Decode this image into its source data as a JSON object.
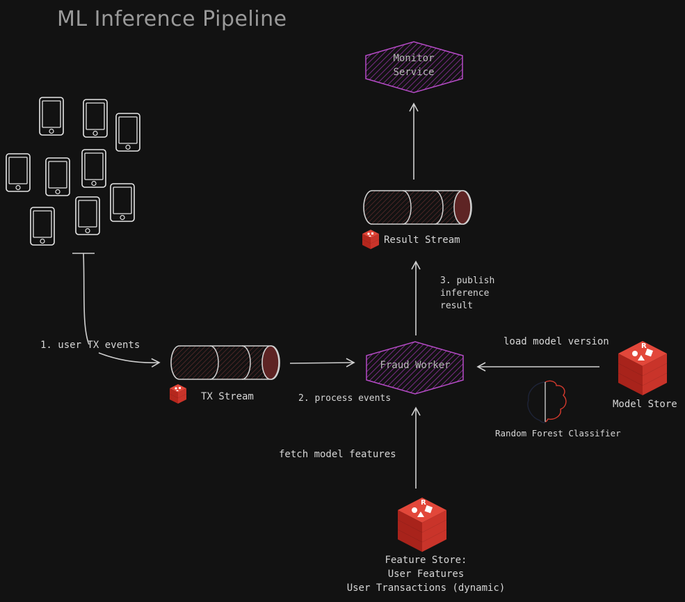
{
  "title": "ML Inference Pipeline",
  "nodes": {
    "monitor": {
      "line1": "Monitor",
      "line2": "Service"
    },
    "result_stream": {
      "label": "Result Stream"
    },
    "tx_stream": {
      "label": "TX Stream"
    },
    "fraud_worker": {
      "label": "Fraud Worker"
    },
    "model_store": {
      "label": "Model Store"
    },
    "classifier": {
      "label": "Random Forest Classifier"
    },
    "feature_store": {
      "line1": "Feature Store:",
      "line2": "User Features",
      "line3": "User Transactions (dynamic)"
    }
  },
  "edges": {
    "user_tx": "1. user TX events",
    "process": "2. process events",
    "publish_1": "3. publish",
    "publish_2": "inference",
    "publish_3": "result",
    "load_model": "load model version",
    "fetch_features": "fetch model features"
  },
  "colors": {
    "background": "#121212",
    "accent_purple": "#b54bc6",
    "redis_red": "#d63a2e",
    "stream_fill": "#5a2a2a",
    "stroke": "#d0d0d0"
  },
  "icons": [
    "phone-icon",
    "redis-logo-icon",
    "brain-icon"
  ]
}
